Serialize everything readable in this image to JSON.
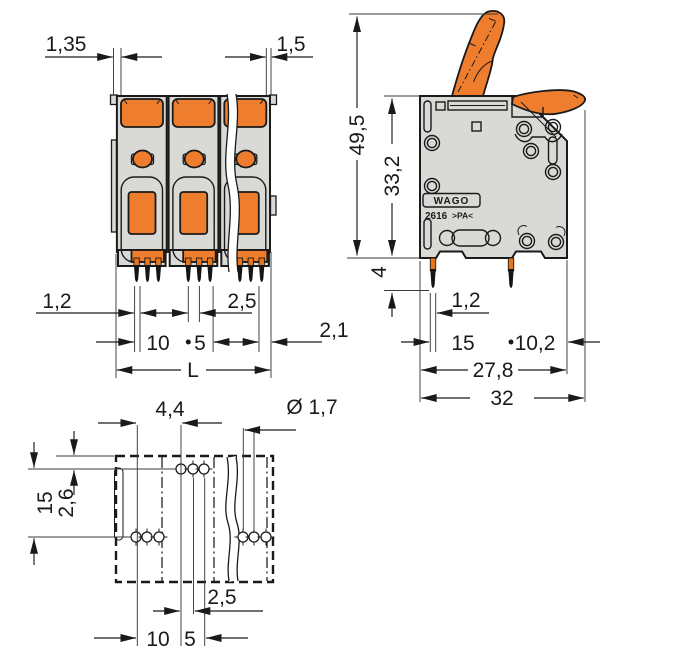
{
  "front_view": {
    "dims": {
      "top_left": "1,35",
      "top_right": "1,5",
      "pin_width": "1,2",
      "pin_spacing": "2,5",
      "pitch": "10",
      "group_span": "5",
      "edge_offset": "2,1",
      "total_length": "L"
    }
  },
  "side_view": {
    "dims": {
      "total_height": "49,5",
      "body_height": "33,2",
      "pin_length": "4",
      "pin_width": "1,2",
      "pin_row_spacing": "15",
      "pin_to_back_edge": "10,2",
      "body_depth": "27,8",
      "total_depth": "32"
    },
    "marking": {
      "brand": "WAGO",
      "series": "2616",
      "material": ">PA<"
    }
  },
  "bottom_view": {
    "dims": {
      "hole_group_offset": "4,4",
      "hole_diameter": "Ø 1,7",
      "row_spacing": "15",
      "edge_to_first_row": "2,6",
      "hole_spacing": "2,5",
      "pitch": "10",
      "group_span": "5"
    }
  },
  "colors": {
    "lever_orange": "#EE7E2E",
    "body_gray": "#D9D9D6",
    "pin_orange": "#E8761B",
    "line_dark": "#1A1A1A"
  }
}
